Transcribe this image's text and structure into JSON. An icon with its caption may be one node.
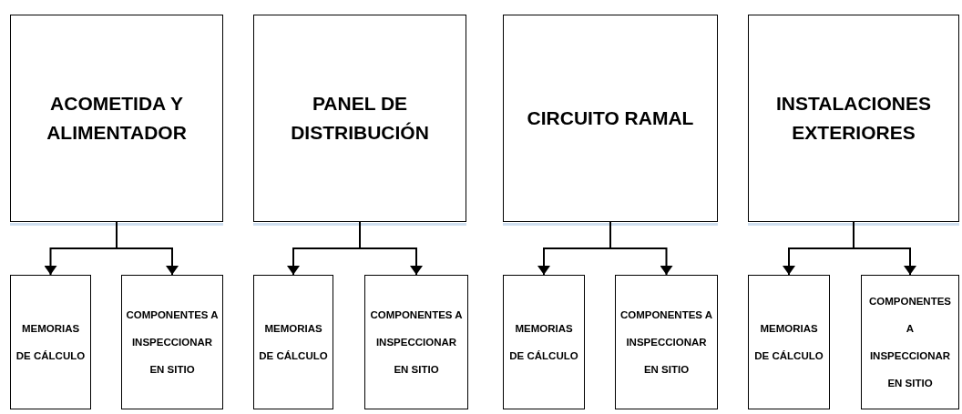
{
  "diagram": {
    "nodes": [
      {
        "text": [
          "ACOMETIDA Y ALIMENTADOR"
        ]
      },
      {
        "text": [
          "MEMORIAS DE CÁLCULO"
        ]
      },
      {
        "text": [
          "COMPONENTES A INSPECCIONAR EN SITIO"
        ]
      },
      {
        "text": [
          "PANEL DE DISTRIBUCIÓN"
        ]
      },
      {
        "text": [
          "MEMORIAS DE CÁLCULO"
        ]
      },
      {
        "text": [
          "COMPONENTES A INSPECCIONAR EN SITIO"
        ]
      },
      {
        "text": [
          "CIRCUITO RAMAL"
        ]
      },
      {
        "text": [
          "MEMORIAS DE CÁLCULO"
        ]
      },
      {
        "text": [
          "COMPONENTES A INSPECCIONAR EN SITIO"
        ]
      },
      {
        "text": [
          "INSTALACIONES EXTERIORES"
        ]
      },
      {
        "text": [
          "MEMORIAS DE CÁLCULO"
        ]
      },
      {
        "text": [
          "COMPONENTES A INSPECCIONAR EN SITIO"
        ]
      }
    ],
    "edges": [
      {
        "from": 0,
        "to": 1,
        "arrow": "to"
      },
      {
        "from": 0,
        "to": 2,
        "arrow": "to"
      },
      {
        "from": 3,
        "to": 4,
        "arrow": "to"
      },
      {
        "from": 3,
        "to": 5,
        "arrow": "to"
      },
      {
        "from": 6,
        "to": 7,
        "arrow": "to"
      },
      {
        "from": 6,
        "to": 8,
        "arrow": "to"
      },
      {
        "from": 9,
        "to": 10,
        "arrow": "to"
      },
      {
        "from": 9,
        "to": 11,
        "arrow": "to"
      }
    ]
  }
}
